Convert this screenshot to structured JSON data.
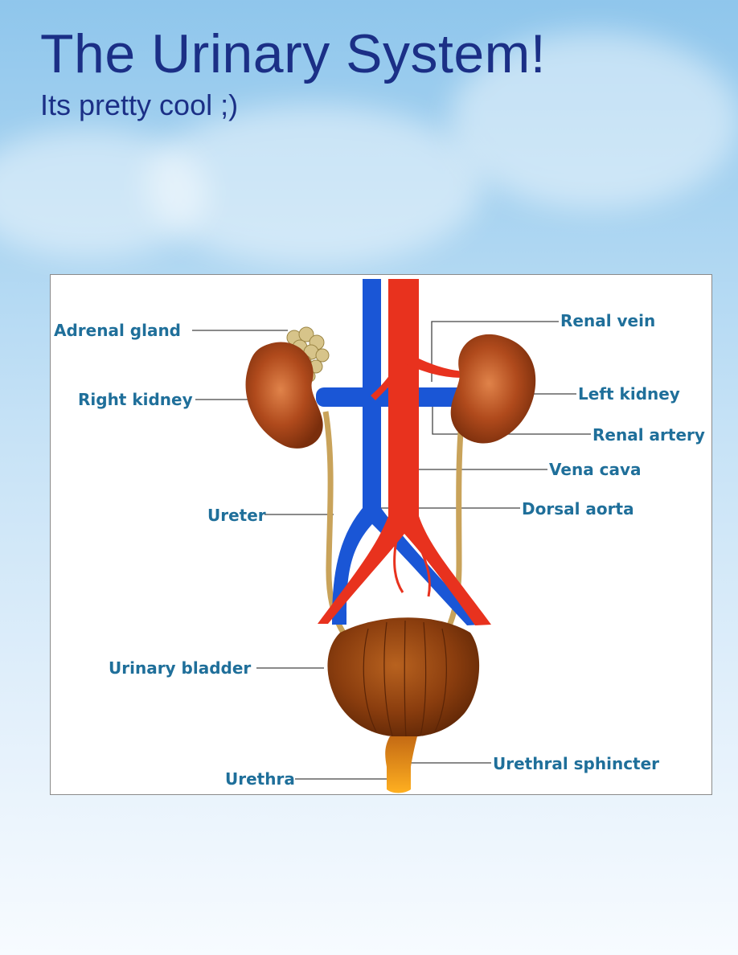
{
  "title": "The Urinary System!",
  "subtitle": "Its pretty cool ;)",
  "diagram": {
    "labels": {
      "adrenal_gland": "Adrenal gland",
      "right_kidney": "Right kidney",
      "ureter": "Ureter",
      "urinary_bladder": "Urinary bladder",
      "urethra": "Urethra",
      "renal_vein": "Renal vein",
      "left_kidney": "Left kidney",
      "renal_artery": "Renal artery",
      "vena_cava": "Vena cava",
      "dorsal_aorta": "Dorsal aorta",
      "urethral_sphincter": "Urethral sphincter"
    },
    "colors": {
      "label_text": "#1f6f9a",
      "vein": "#1a56d6",
      "artery": "#e8321e",
      "kidney": "#a0431a",
      "bladder": "#8a3d0e",
      "urethra": "#f39c12",
      "ureter": "#c9a35a",
      "adrenal": "#d7c48a"
    }
  }
}
